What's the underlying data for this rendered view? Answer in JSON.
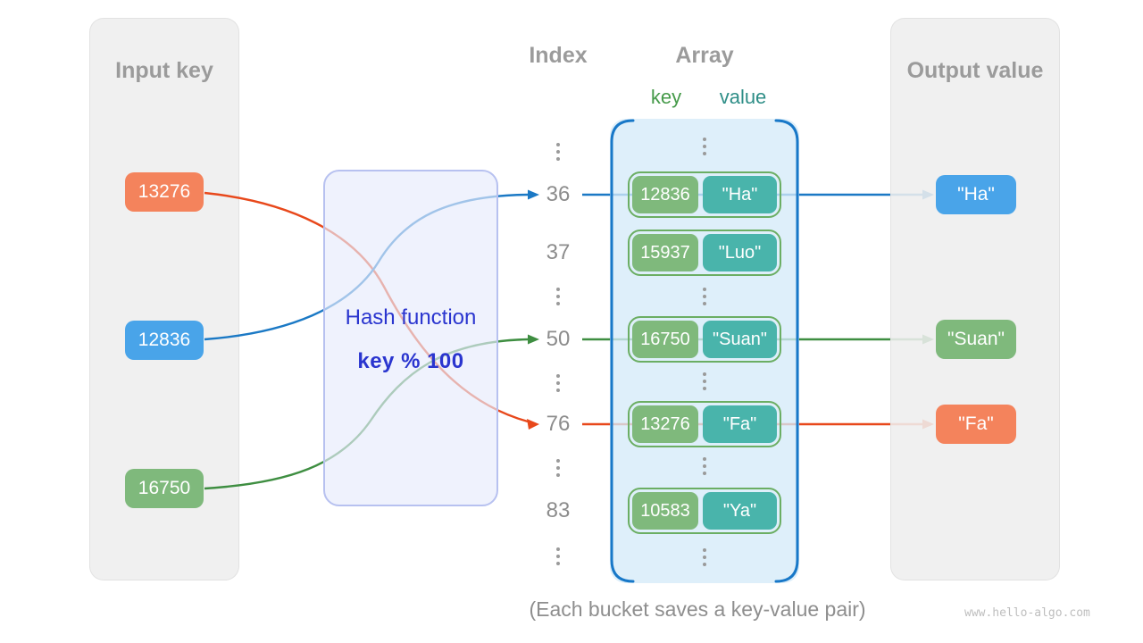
{
  "headers": {
    "index": "Index",
    "array": "Array",
    "key": "key",
    "value": "value"
  },
  "input_panel": {
    "title": "Input key",
    "keys": [
      "13276",
      "12836",
      "16750"
    ]
  },
  "output_panel": {
    "title": "Output value",
    "values": [
      "\"Ha\"",
      "\"Suan\"",
      "\"Fa\""
    ]
  },
  "hash_box": {
    "label": "Hash function",
    "formula": "key % 100"
  },
  "index_column": [
    "36",
    "37",
    "50",
    "76",
    "83"
  ],
  "buckets": [
    {
      "index": "36",
      "key": "12836",
      "value": "\"Ha\""
    },
    {
      "index": "37",
      "key": "15937",
      "value": "\"Luo\""
    },
    {
      "index": "50",
      "key": "16750",
      "value": "\"Suan\""
    },
    {
      "index": "76",
      "key": "13276",
      "value": "\"Fa\""
    },
    {
      "index": "83",
      "key": "10583",
      "value": "\"Ya\""
    }
  ],
  "mappings": [
    {
      "input_key": "13276",
      "hash_index": "76",
      "output_value": "\"Fa\"",
      "arrow_color": "#E8481B"
    },
    {
      "input_key": "12836",
      "hash_index": "36",
      "output_value": "\"Ha\"",
      "arrow_color": "#1B79C5"
    },
    {
      "input_key": "16750",
      "hash_index": "50",
      "output_value": "\"Suan\"",
      "arrow_color": "#3E8E41"
    }
  ],
  "caption": "(Each bucket saves a key-value pair)",
  "watermark": "www.hello-algo.com",
  "colors": {
    "panel_bg": "#EEEEEE",
    "orange_box": "#F4835C",
    "blue_box": "#49A4E9",
    "green_box": "#7FB97C",
    "teal_box": "#49B4AB",
    "bucket_border": "#6BAE63",
    "array_bg": "#E2F0FA",
    "array_border": "#1878C8",
    "hash_bg": "#E9EDFC",
    "hash_border": "#B7C1F0",
    "hash_text": "#2A35CF",
    "line_orange": "#E8481B",
    "line_blue": "#1B79C5",
    "line_green": "#3E8E41",
    "gray_text": "#9B9B9B"
  }
}
